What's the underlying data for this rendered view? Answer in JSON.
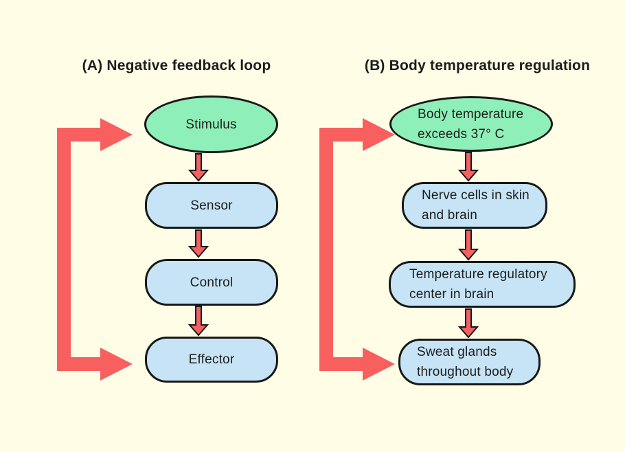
{
  "colors": {
    "background": "#FFFDE6",
    "ellipse_fill": "#8FEFB8",
    "box_fill": "#C6E4F5",
    "arrow_red": "#F7605F",
    "outline": "#181818",
    "text": "#1C1C1C"
  },
  "diagram_a": {
    "title": "(A) Negative feedback loop",
    "nodes": {
      "stimulus": {
        "label": "Stimulus"
      },
      "sensor": {
        "label": "Sensor"
      },
      "control": {
        "label": "Control"
      },
      "effector": {
        "label": "Effector"
      }
    }
  },
  "diagram_b": {
    "title": "(B) Body temperature regulation",
    "nodes": {
      "trigger": {
        "line1": "Body temperature",
        "line2": "exceeds 37° C"
      },
      "sensor": {
        "line1": "Nerve cells in skin",
        "line2": "and brain"
      },
      "control": {
        "line1": "Temperature regulatory",
        "line2": "center in brain"
      },
      "effector": {
        "line1": "Sweat glands",
        "line2": "throughout body"
      }
    }
  }
}
